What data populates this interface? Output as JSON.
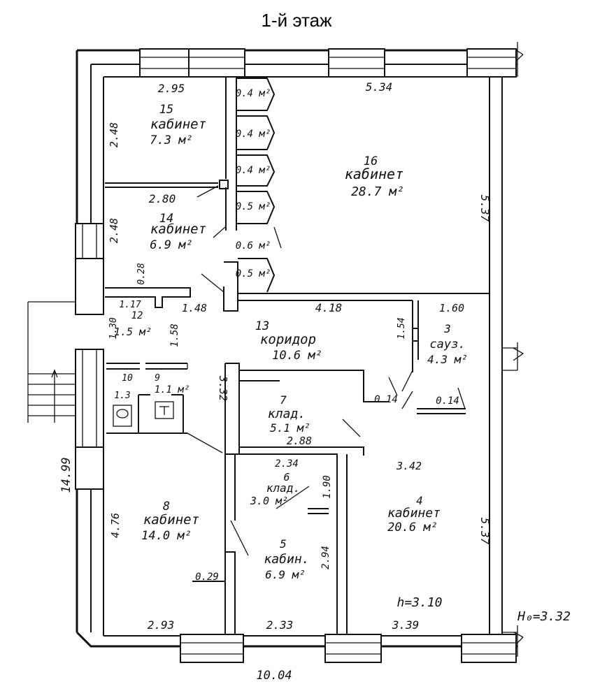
{
  "title": "1-й этаж",
  "rooms": {
    "r15": {
      "number": "15",
      "name": "кабинет",
      "area": "7.3 м²"
    },
    "r14": {
      "number": "14",
      "name": "кабинет",
      "area": "6.9 м²"
    },
    "r16": {
      "number": "16",
      "name": "кабинет",
      "area": "28.7 м²"
    },
    "r13": {
      "number": "13",
      "name": "коридор",
      "area": "10.6 м²"
    },
    "r12": {
      "number": "12",
      "area": "1.5 м²"
    },
    "r11": {
      "area": "1.1 м²"
    },
    "r10": {
      "number": "10",
      "area": "1.3"
    },
    "r9": {
      "number": "9"
    },
    "r3": {
      "number": "3",
      "name": "сауз.",
      "area": "4.3 м²"
    },
    "r7": {
      "number": "7",
      "name": "клад.",
      "area": "5.1 м²"
    },
    "r6": {
      "number": "6",
      "name": "клад.",
      "area": "3.0 м²"
    },
    "r8": {
      "number": "8",
      "name": "кабинет",
      "area": "14.0 м²"
    },
    "r5": {
      "number": "5",
      "name": "кабин.",
      "area": "6.9 м²"
    },
    "r4": {
      "number": "4",
      "name": "кабинет",
      "area": "20.6 м²"
    },
    "lockers": [
      "0.4 м²",
      "0.4 м²",
      "0.4 м²",
      "0.5 м²",
      "0.6 м²",
      "0.5 м²"
    ]
  },
  "dimensions": {
    "d_2_95": "2.95",
    "d_5_34": "5.34",
    "d_2_48a": "2.48",
    "d_2_80": "2.80",
    "d_2_48b": "2.48",
    "d_5_37a": "5.37",
    "d_0_28": "0.28",
    "d_1_17": "1.17",
    "d_1_48": "1.48",
    "d_4_18": "4.18",
    "d_1_60": "1.60",
    "d_1_30": "1.30",
    "d_1_58": "1.58",
    "d_1_54": "1.54",
    "d_3_32": "3.32",
    "d_0_14a": "0.14",
    "d_0_14b": "0.14",
    "d_2_88": "2.88",
    "d_3_42": "3.42",
    "d_2_34": "2.34",
    "d_1_90": "1.90",
    "d_14_99": "14.99",
    "d_4_76": "4.76",
    "d_2_94": "2.94",
    "d_5_37b": "5.37",
    "d_0_29": "0.29",
    "d_2_93": "2.93",
    "d_2_33": "2.33",
    "d_3_39": "3.39",
    "d_10_04": "10.04",
    "h_room": "h=3.10",
    "h_total": "H₀=3.32"
  },
  "colors": {
    "ink": "#111111",
    "paper": "#ffffff"
  }
}
